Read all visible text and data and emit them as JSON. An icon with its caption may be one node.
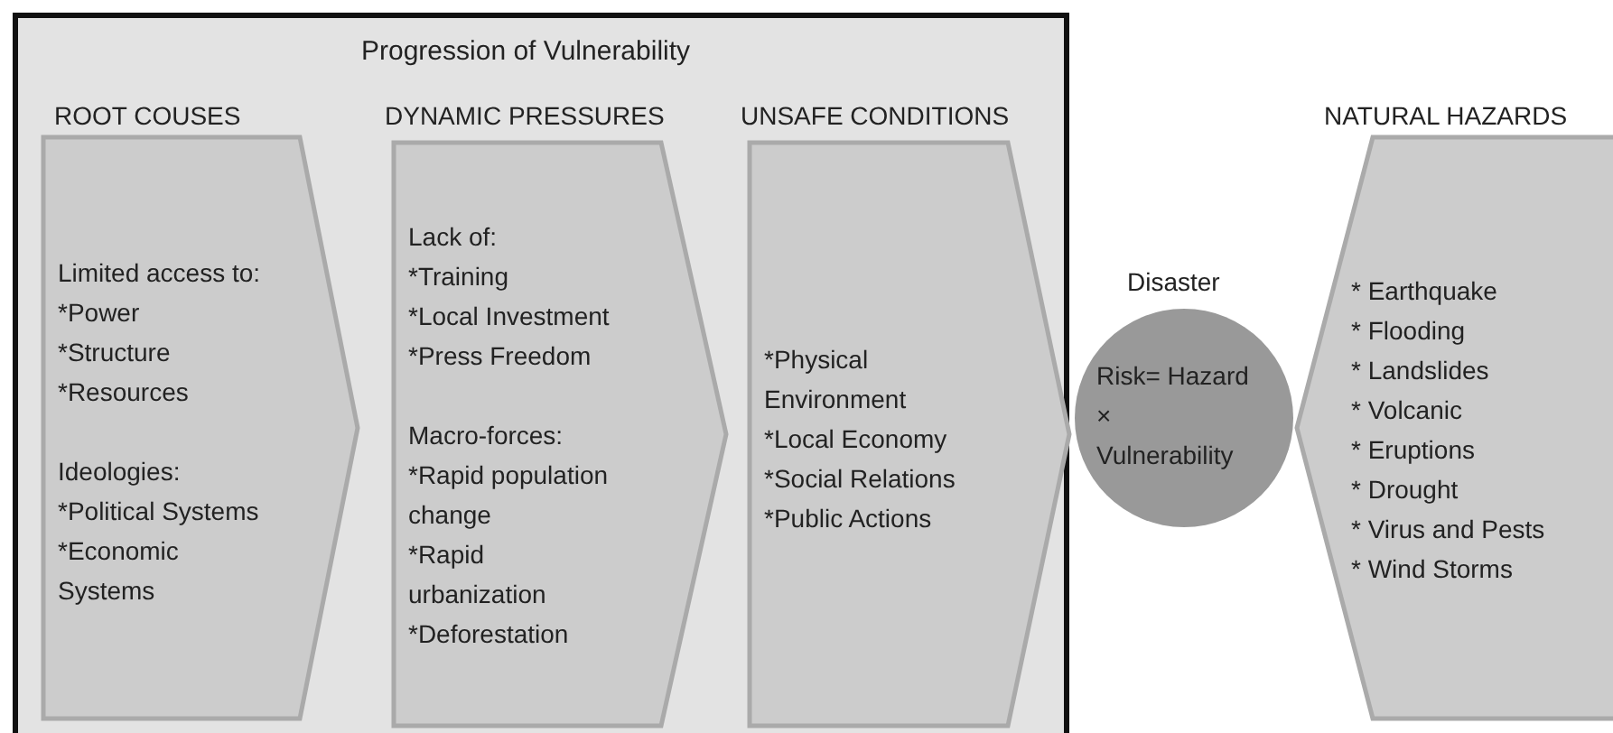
{
  "diagram": {
    "nodes": [
      {
        "text": [
          "Progression of Vulnerability"
        ]
      },
      {
        "text": [
          "ROOT COUSES",
          "Limited access to:",
          "*Power",
          "*Structure",
          "*Resources",
          "Ideologies:",
          "*Political Systems",
          "*Economic Systems"
        ],
        "in": 0
      },
      {
        "text": [
          "DYNAMIC PRESSURES",
          "Lack of:",
          "*Training",
          "*Local Investment",
          "*Press Freedom",
          "Macro-forces:",
          "*Rapid population change",
          "*Rapid urbanization",
          "*Deforestation"
        ],
        "in": 0
      },
      {
        "text": [
          "UNSAFE CONDITIONS",
          "*Physical Environment",
          "*Local Economy",
          "*Social Relations",
          "*Public  Actions"
        ],
        "in": 0
      },
      {
        "text": [
          "Risk= Hazard × Vulnerability"
        ],
        "beside": [
          "Disaster"
        ]
      },
      {
        "text": [
          "NATURAL HAZARDS",
          "* Earthquake",
          "* Flooding",
          "* Landslides",
          "* Volcanic",
          "* Eruptions",
          "* Drought",
          "* Virus and Pests",
          "* Wind Storms"
        ]
      }
    ]
  }
}
